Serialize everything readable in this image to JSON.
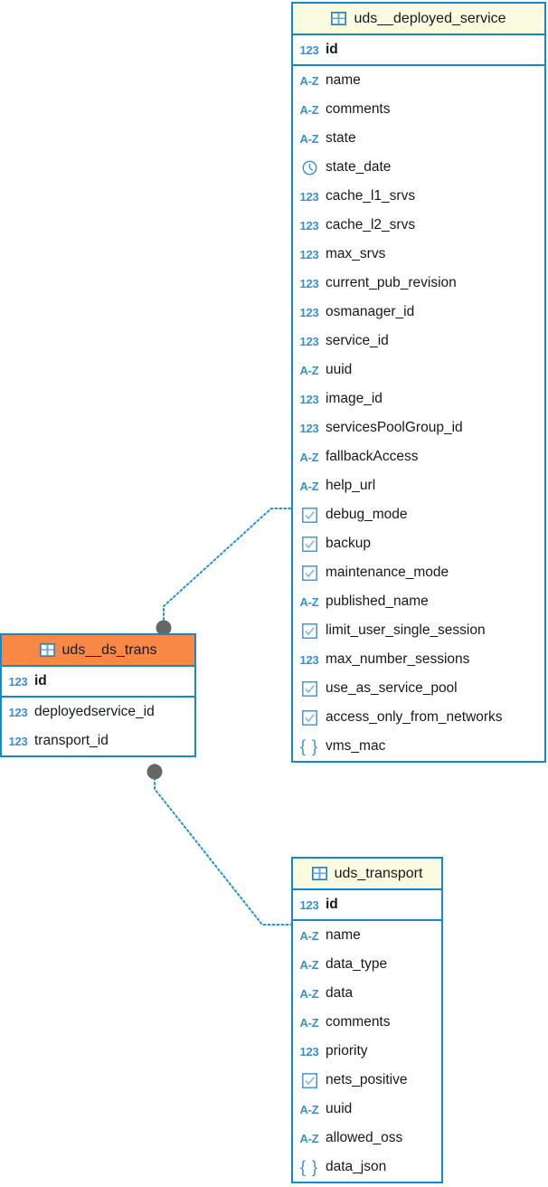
{
  "diagram": {
    "type": "entity-relationship-diagram",
    "colors": {
      "border": "#1389c9",
      "header_default": "#fbfbe0",
      "header_highlight": "#f98746",
      "icon_blue": "#3b8fcd",
      "connector": "#2196d3",
      "endpoint_dot": "#666666",
      "text": "#15191c",
      "background": "#ffffff"
    }
  },
  "entities": [
    {
      "id": "uds__deployed_service",
      "name": "uds__deployed_service",
      "theme": "default",
      "header_icon": "table-icon",
      "primary_keys": [
        {
          "name": "id",
          "type": "number",
          "icon": "number-icon"
        }
      ],
      "fields": [
        {
          "name": "name",
          "type": "string",
          "icon": "az-icon"
        },
        {
          "name": "comments",
          "type": "string",
          "icon": "az-icon"
        },
        {
          "name": "state",
          "type": "string",
          "icon": "az-icon"
        },
        {
          "name": "state_date",
          "type": "datetime",
          "icon": "clock-icon"
        },
        {
          "name": "cache_l1_srvs",
          "type": "number",
          "icon": "number-icon"
        },
        {
          "name": "cache_l2_srvs",
          "type": "number",
          "icon": "number-icon"
        },
        {
          "name": "max_srvs",
          "type": "number",
          "icon": "number-icon"
        },
        {
          "name": "current_pub_revision",
          "type": "number",
          "icon": "number-icon"
        },
        {
          "name": "osmanager_id",
          "type": "number",
          "icon": "number-icon"
        },
        {
          "name": "service_id",
          "type": "number",
          "icon": "number-icon"
        },
        {
          "name": "uuid",
          "type": "string",
          "icon": "az-icon"
        },
        {
          "name": "image_id",
          "type": "number",
          "icon": "number-icon"
        },
        {
          "name": "servicesPoolGroup_id",
          "type": "number",
          "icon": "number-icon"
        },
        {
          "name": "fallbackAccess",
          "type": "string",
          "icon": "az-icon"
        },
        {
          "name": "help_url",
          "type": "string",
          "icon": "az-icon"
        },
        {
          "name": "debug_mode",
          "type": "boolean",
          "icon": "checkbox-icon"
        },
        {
          "name": "backup",
          "type": "boolean",
          "icon": "checkbox-icon"
        },
        {
          "name": "maintenance_mode",
          "type": "boolean",
          "icon": "checkbox-icon"
        },
        {
          "name": "published_name",
          "type": "string",
          "icon": "az-icon"
        },
        {
          "name": "limit_user_single_session",
          "type": "boolean",
          "icon": "checkbox-icon"
        },
        {
          "name": "max_number_sessions",
          "type": "number",
          "icon": "number-icon"
        },
        {
          "name": "use_as_service_pool",
          "type": "boolean",
          "icon": "checkbox-icon"
        },
        {
          "name": "access_only_from_networks",
          "type": "boolean",
          "icon": "checkbox-icon"
        },
        {
          "name": "vms_mac",
          "type": "json",
          "icon": "json-icon"
        }
      ]
    },
    {
      "id": "uds__ds_trans",
      "name": "uds__ds_trans",
      "theme": "highlight",
      "header_icon": "table-icon",
      "primary_keys": [
        {
          "name": "id",
          "type": "number",
          "icon": "number-icon"
        }
      ],
      "fields": [
        {
          "name": "deployedservice_id",
          "type": "number",
          "icon": "number-icon"
        },
        {
          "name": "transport_id",
          "type": "number",
          "icon": "number-icon"
        }
      ]
    },
    {
      "id": "uds_transport",
      "name": "uds_transport",
      "theme": "default",
      "header_icon": "table-icon",
      "primary_keys": [
        {
          "name": "id",
          "type": "number",
          "icon": "number-icon"
        }
      ],
      "fields": [
        {
          "name": "name",
          "type": "string",
          "icon": "az-icon"
        },
        {
          "name": "data_type",
          "type": "string",
          "icon": "az-icon"
        },
        {
          "name": "data",
          "type": "string",
          "icon": "az-icon"
        },
        {
          "name": "comments",
          "type": "string",
          "icon": "az-icon"
        },
        {
          "name": "priority",
          "type": "number",
          "icon": "number-icon"
        },
        {
          "name": "nets_positive",
          "type": "boolean",
          "icon": "checkbox-icon"
        },
        {
          "name": "uuid",
          "type": "string",
          "icon": "az-icon"
        },
        {
          "name": "allowed_oss",
          "type": "string",
          "icon": "az-icon"
        },
        {
          "name": "data_json",
          "type": "json",
          "icon": "json-icon"
        }
      ]
    }
  ],
  "relationships": [
    {
      "id": "ds_trans-to-deployed_service",
      "from": "uds__ds_trans",
      "to": "uds__deployed_service",
      "style": "dotted"
    },
    {
      "id": "ds_trans-to-transport",
      "from": "uds__ds_trans",
      "to": "uds_transport",
      "style": "dotted"
    }
  ],
  "type_labels": {
    "number": "123",
    "string": "A-Z",
    "json": "{ }"
  }
}
